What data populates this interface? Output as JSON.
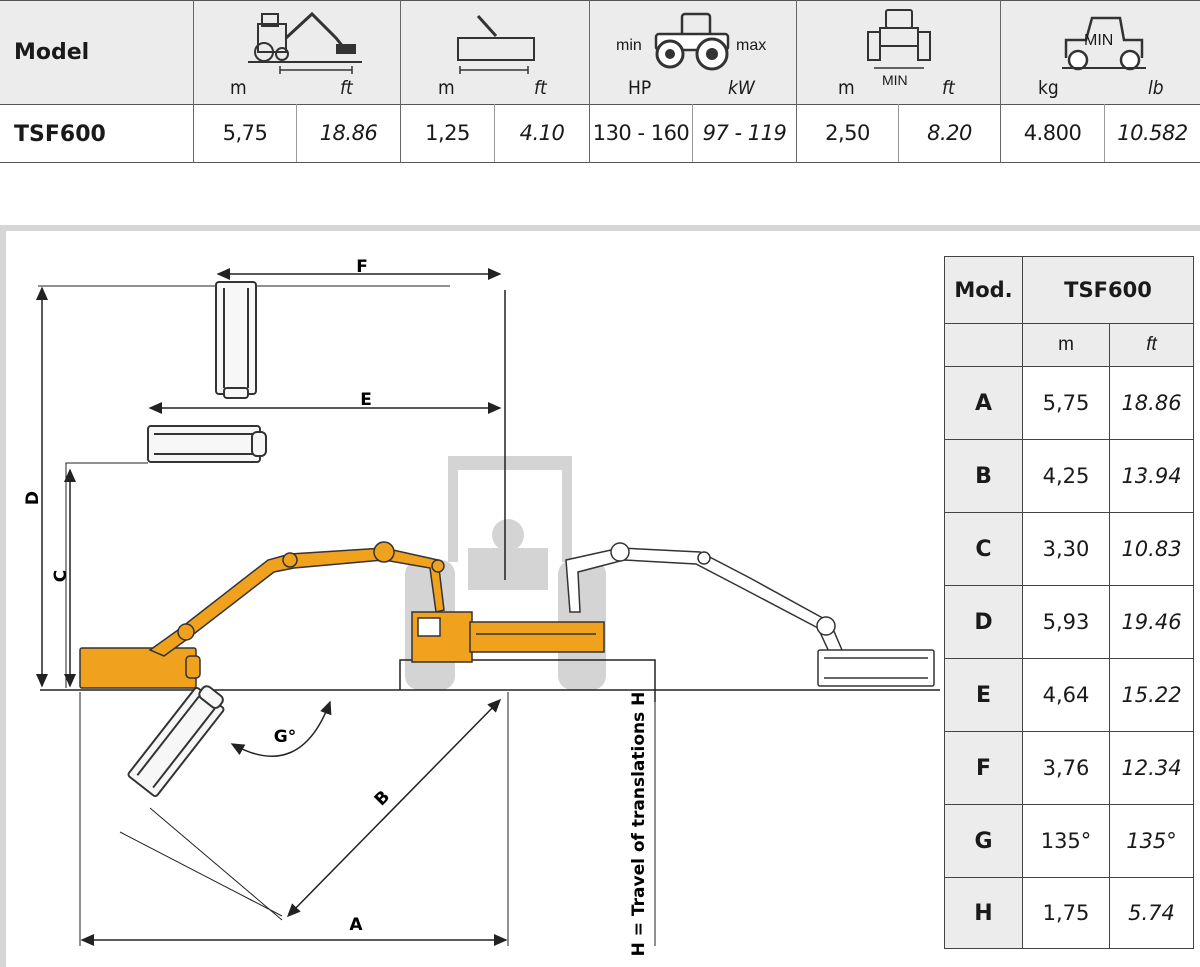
{
  "spec_table": {
    "model_label": "Model",
    "model_value": "TSF600",
    "columns": [
      {
        "icon": "reach-icon",
        "units": [
          "m",
          "ft"
        ],
        "values": [
          "5,75",
          "18.86"
        ]
      },
      {
        "icon": "cutting-width-icon",
        "units": [
          "m",
          "ft"
        ],
        "values": [
          "1,25",
          "4.10"
        ]
      },
      {
        "icon": "tractor-icon",
        "min_label": "min",
        "max_label": "max",
        "units": [
          "HP",
          "kW"
        ],
        "values": [
          "130 - 160",
          "97 - 119"
        ]
      },
      {
        "icon": "track-width-icon",
        "min_label": "MIN",
        "units": [
          "m",
          "ft"
        ],
        "values": [
          "2,50",
          "8.20"
        ]
      },
      {
        "icon": "ballast-weight-icon",
        "min_label": "MIN",
        "units": [
          "kg",
          "lb"
        ],
        "values": [
          "4.800",
          "10.582"
        ]
      }
    ]
  },
  "diagram": {
    "labels": {
      "A": "A",
      "B": "B",
      "C": "C",
      "D": "D",
      "E": "E",
      "F": "F",
      "G": "G°",
      "H": "H = Travel of translations H"
    },
    "colors": {
      "arm": "#f0a21e",
      "tractor_ghost": "#d4d4d4",
      "lines": "#222222"
    }
  },
  "dims_table": {
    "header_mod": "Mod.",
    "header_model": "TSF600",
    "unit_m": "m",
    "unit_ft": "ft",
    "rows": [
      {
        "key": "A",
        "m": "5,75",
        "ft": "18.86"
      },
      {
        "key": "B",
        "m": "4,25",
        "ft": "13.94"
      },
      {
        "key": "C",
        "m": "3,30",
        "ft": "10.83"
      },
      {
        "key": "D",
        "m": "5,93",
        "ft": "19.46"
      },
      {
        "key": "E",
        "m": "4,64",
        "ft": "15.22"
      },
      {
        "key": "F",
        "m": "3,76",
        "ft": "12.34"
      },
      {
        "key": "G",
        "m": "135°",
        "ft": "135°"
      },
      {
        "key": "H",
        "m": "1,75",
        "ft": "5.74"
      }
    ]
  }
}
